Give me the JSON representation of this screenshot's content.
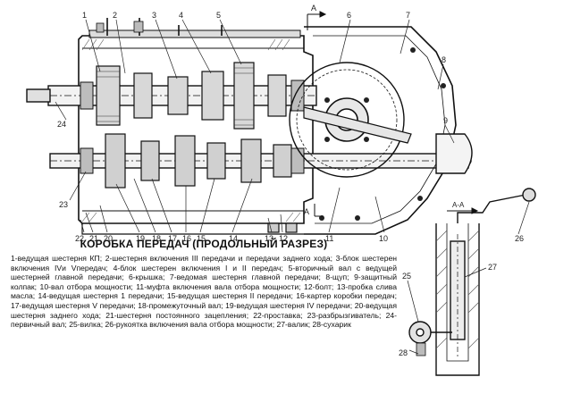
{
  "title": "КОРОБКА ПЕРЕДАЧ (ПРОДОЛЬНЫЙ РАЗРЕЗ)",
  "legend": "1-ведущая шестерня КП; 2-шестерня включения III передачи и передачи заднего хода; 3-блок шестерен включения IVи Vпередач; 4-блок шестерен включения I и II передач; 5-вторичный вал с ведущей шестерней главной передачи; 6-крышка; 7-ведомая шестерня главной передачи; 8-щуп; 9-защитный колпак; 10-вал отбора мощности; 11-муфта включения вала отбора мощности; 12-болт; 13-пробка слива масла; 14-ведущая шестерня 1 передачи; 15-ведущая шестерня II передачи; 16-картер коробки передач; 17-ведущая шестерня V передачи; 18-промежуточный вал; 19-ведущая шестерня IV передачи; 20-ведущая шестерня заднего хода; 21-шестерня постоянного зацепления; 22-проставка; 23-разбрызгиватель; 24-первичный вал; 25-вилка; 26-рукоятка включения вала отбора мощности; 27-валик; 28-сухарик",
  "section_marks": [
    "А",
    "А",
    "А-А"
  ],
  "callouts_top": [
    "1",
    "2",
    "3",
    "4",
    "5",
    "6",
    "7"
  ],
  "callouts_right": [
    "8",
    "9"
  ],
  "callouts_bottom": [
    "10",
    "11",
    "12",
    "13",
    "14",
    "15",
    "16",
    "17",
    "18",
    "19",
    "20",
    "21",
    "22"
  ],
  "callouts_left": [
    "23",
    "24"
  ],
  "callouts_section": [
    "25",
    "26",
    "27",
    "28"
  ]
}
